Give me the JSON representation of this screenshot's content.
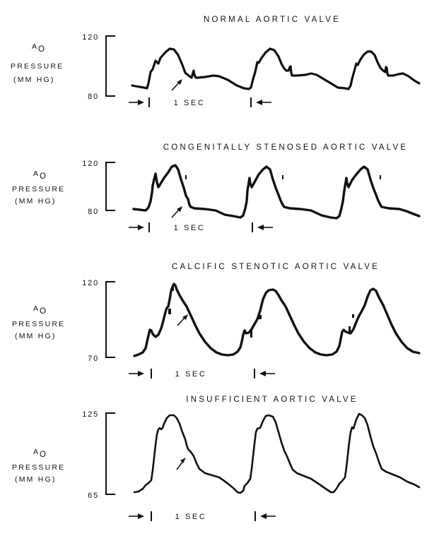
{
  "figure": {
    "ylabel_line1": "A",
    "ylabel_sub": "O",
    "ylabel_line2": "PRESSURE",
    "ylabel_line3": "(MM HG)",
    "time_label": "1 SEC"
  },
  "panels": [
    {
      "title": "NORMAL AORTIC VALVE",
      "ymax_label": "120",
      "ymin_label": "80"
    },
    {
      "title": "CONGENITALLY STENOSED AORTIC VALVE",
      "ymax_label": "120",
      "ymin_label": "80"
    },
    {
      "title": "CALCIFIC STENOTIC AORTIC VALVE",
      "ymax_label": "120",
      "ymin_label": "70"
    },
    {
      "title": "INSUFFICIENT AORTIC VALVE",
      "ymax_label": "125",
      "ymin_label": "65"
    }
  ],
  "chart_data": [
    {
      "type": "line",
      "title": "NORMAL AORTIC VALVE",
      "ylabel": "Ao PRESSURE (MM HG)",
      "xlabel": "1 SEC (time scale marker)",
      "ylim": [
        80,
        120
      ],
      "grid": false,
      "annotations": [
        "arrow pointing to dicrotic notch (incisura)",
        "1 SEC time-scale bracket"
      ],
      "series": [
        {
          "name": "Aortic pressure",
          "description": "3 cardiac cycles; diastolic ~84, systolic peak ~117, sharp dicrotic notch ~98 mmHg",
          "x_sec": [
            0,
            0.12,
            0.15,
            0.22,
            0.35,
            0.52,
            0.6,
            0.62,
            0.8,
            1.0,
            1.12,
            1.2,
            1.35,
            1.55,
            1.6,
            1.8,
            2.0,
            2.2,
            2.3,
            2.45,
            2.62,
            2.7,
            2.9,
            3.15
          ],
          "y_mmhg": [
            86,
            84,
            102,
            106,
            117,
            98,
            101,
            94,
            95,
            86,
            84,
            104,
            117,
            98,
            102,
            94,
            86,
            84,
            104,
            117,
            98,
            94,
            95,
            86
          ]
        }
      ]
    },
    {
      "type": "line",
      "title": "CONGENITALLY STENOSED AORTIC VALVE",
      "ylabel": "Ao PRESSURE (MM HG)",
      "xlabel": "1 SEC (time scale marker)",
      "ylim": [
        80,
        120
      ],
      "grid": false,
      "annotations": [
        "arrow pointing to dicrotic notch",
        "1 SEC time-scale bracket"
      ],
      "series": [
        {
          "name": "Aortic pressure",
          "description": "3 cycles; anacrotic spike ~112, notch ~100, peak ~120, diastolic ~82",
          "x_sec": [
            0,
            0.12,
            0.17,
            0.2,
            0.25,
            0.4,
            0.58,
            0.62,
            0.9,
            1.0,
            1.1,
            1.15,
            1.18,
            1.3,
            1.55,
            1.6,
            2.0,
            2.1,
            2.18,
            2.22,
            2.35,
            2.5,
            2.6,
            3.15
          ],
          "y_mmhg": [
            84,
            83,
            113,
            100,
            106,
            120,
            91,
            91,
            84,
            82,
            112,
            100,
            106,
            120,
            91,
            90,
            82,
            112,
            100,
            106,
            120,
            91,
            90,
            84
          ]
        }
      ]
    },
    {
      "type": "line",
      "title": "CALCIFIC STENOTIC AORTIC VALVE",
      "ylabel": "Ao PRESSURE (MM HG)",
      "xlabel": "1 SEC (time scale marker)",
      "ylim": [
        70,
        120
      ],
      "grid": false,
      "annotations": [
        "arrow on descending limb",
        "1 SEC time-scale bracket",
        "slow rising, shuddering upstroke"
      ],
      "series": [
        {
          "name": "Aortic pressure",
          "description": "3 cycles; anacrotic shoulder ~88, delayed peak ~118, minimum ~72",
          "x_sec": [
            0,
            0.15,
            0.2,
            0.3,
            0.4,
            0.45,
            0.6,
            0.85,
            0.95,
            1.1,
            1.2,
            1.3,
            1.38,
            1.6,
            1.9,
            2.1,
            2.2,
            2.32,
            2.42,
            2.5,
            2.9,
            3.15
          ],
          "y_mmhg": [
            72,
            76,
            88,
            86,
            104,
            118,
            100,
            78,
            72,
            76,
            88,
            96,
            114,
            100,
            76,
            72,
            87,
            100,
            116,
            110,
            80,
            73
          ]
        }
      ]
    },
    {
      "type": "line",
      "title": "INSUFFICIENT AORTIC VALVE",
      "ylabel": "Ao PRESSURE (MM HG)",
      "xlabel": "1 SEC (time scale marker)",
      "ylim": [
        65,
        125
      ],
      "grid": false,
      "annotations": [
        "arrow pointing to dicrotic notch",
        "1 SEC time-scale bracket",
        "wide pulse pressure"
      ],
      "series": [
        {
          "name": "Aortic pressure",
          "description": "3 cycles; bisferiens shoulder ~114, peak ~124, diastolic ~66",
          "x_sec": [
            0,
            0.1,
            0.18,
            0.22,
            0.3,
            0.45,
            0.5,
            0.6,
            0.85,
            1.0,
            1.08,
            1.15,
            1.28,
            1.45,
            1.6,
            1.95,
            2.1,
            2.22,
            2.3,
            2.4,
            2.62,
            2.75,
            3.15
          ],
          "y_mmhg": [
            66,
            71,
            114,
            114,
            124,
            100,
            92,
            82,
            74,
            66,
            73,
            114,
            124,
            96,
            82,
            72,
            67,
            114,
            114,
            124,
            96,
            82,
            73
          ]
        }
      ]
    }
  ],
  "svg": {
    "paths": [
      "M187,121 C195,123 200,123 208,125 L210,118 L213,102 L216,98 L220,86 L224,90 L227,82 L234,74 L240,69 L246,70 L252,78 L258,92 L262,103 L268,108 L271,110 L273,103 L274,100 L275,106 L277,110 L280,110 L290,109 L302,107 L310,108 L322,113 L335,121 L345,125 L352,126 L355,124 L358,112 L361,102 L364,88 L366,89 L370,82 L376,74 L382,69 L388,71 L394,80 L398,90 L402,97 L405,100 L408,100 L410,95 L411,94 L412,103 L413,107 L420,107 L432,106 L440,104 L448,106 L458,112 L468,118 L478,124 L488,125 L493,126 L496,121 L498,112 L501,101 L504,90 L506,92 L510,84 L515,77 L520,73 L525,73 L530,78 L534,88 L538,96 L542,100 L545,102 L546,95 L547,96 L548,104 L549,107 L556,107 L564,105 L570,104 L578,108 L586,114 L593,118",
      "M189,296 L198,297 L206,298 L210,294 L213,285 L215,273 L216,263 L218,254 L220,246 L222,258 L224,265 L226,262 L232,252 L238,244 L243,236 L248,234 L252,240 L256,254 L260,266 L263,277 L266,282 L268,290 L270,293 L275,295 L290,296 L305,298 L318,304 L330,306 L340,308 L344,305 L347,295 L349,285 L350,270 L352,258 L353,252 L354,260 L356,265 L360,258 L366,247 L372,240 L377,236 L382,240 L386,254 L390,266 L394,276 L397,284 L400,290 L402,293 L410,295 L425,296 L440,298 L455,305 L468,308 L476,309 L480,306 L483,295 L485,285 L487,270 L489,258 L490,252 L491,259 L493,265 L498,255 L504,247 L510,240 L515,236 L520,240 L524,254 L528,266 L532,276 L535,284 L538,290 L540,293 L550,295 L565,296 L575,299 L585,303 L593,306",
      "M190,504 L196,502 L202,499 L206,493 L208,484 L210,475 L212,467 L214,468 L216,473 L220,477 L224,474 L228,465 L230,458 L232,450 L234,442 L236,436 L238,434 L240,424 L242,412 L244,406 L246,402 L248,404 L250,410 L254,418 L258,425 L264,434 L270,447 L276,460 L282,472 L290,484 L298,493 L306,499 L314,502 L322,503 L330,502 L336,498 L340,492 L342,484 L344,474 L346,468 L348,472 L352,471 L356,466 L360,459 L364,452 L368,440 L372,424 L376,415 L380,411 L386,410 L390,412 L394,418 L398,425 L404,434 L410,447 L416,460 L422,472 L430,484 L438,493 L446,499 L454,502 L462,503 L470,502 L476,498 L480,490 L482,480 L484,470 L486,467 L488,469 L492,471 L496,472 L500,466 L504,456 L508,447 L512,440 L516,432 L520,420 L524,411 L528,409 L532,412 L536,421 L542,432 L548,446 L554,460 L560,472 L568,484 L576,493 L584,498 L593,500",
      "M190,697 L196,696 L202,692 L206,687 L210,684 L214,680 L216,666 L218,648 L220,630 L222,615 L224,608 L226,606 L228,608 L230,606 L232,600 L236,592 L240,588 L246,588 L250,592 L254,600 L258,612 L262,622 L264,630 L266,636 L270,640 L274,646 L278,656 L282,664 L290,670 L300,673 L310,676 L320,683 L330,691 L336,697 L340,698 L344,695 L346,688 L350,684 L354,678 L356,664 L358,646 L360,628 L362,612 L364,607 L368,606 L372,596 L376,589 L380,588 L386,590 L390,598 L394,612 L398,626 L402,638 L406,646 L410,656 L414,665 L420,670 L430,674 L440,678 L452,686 L462,693 L468,697 L472,697 L476,692 L480,685 L484,681 L488,676 L490,662 L492,644 L494,626 L496,612 L498,605 L500,607 L504,594 L508,586 L512,588 L516,592 L520,602 L524,618 L528,632 L532,642 L536,654 L540,664 L546,668 L556,672 L566,676 L576,682 L586,686 L593,690"
    ]
  }
}
